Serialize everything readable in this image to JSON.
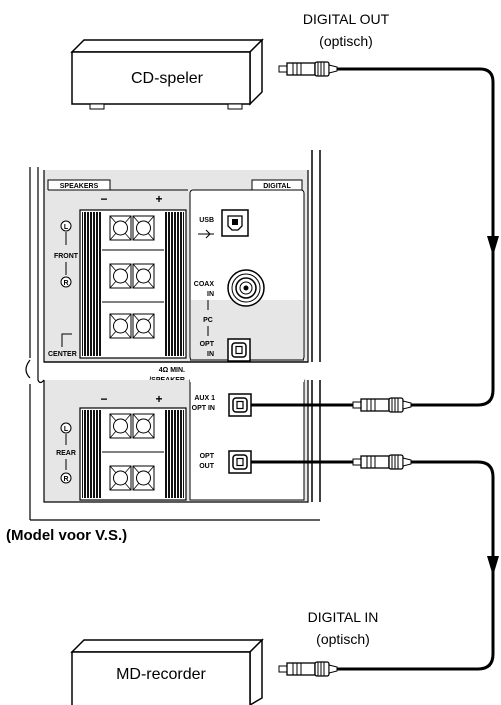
{
  "cd_player": {
    "label": "CD-speler",
    "port_label": "DIGITAL OUT",
    "port_sub": "(optisch)"
  },
  "md_recorder": {
    "label": "MD-recorder",
    "port_label": "DIGITAL IN",
    "port_sub": "(optisch)"
  },
  "panel": {
    "speakers_tab": "SPEAKERS",
    "digital_tab": "DIGITAL",
    "minus": "−",
    "plus": "+",
    "left_mark": "L",
    "right_mark": "R",
    "front": "FRONT",
    "rear": "REAR",
    "center": "CENTER",
    "impedance_1": "4Ω MIN.",
    "impedance_2": "/SPEAKER",
    "usb": "USB",
    "coax_1": "COAX",
    "coax_2": "IN",
    "pc": "PC",
    "opt_in_1": "OPT",
    "opt_in_2": "IN",
    "aux_1": "AUX 1",
    "aux_2": "OPT IN",
    "opt_out_1": "OPT",
    "opt_out_2": "OUT"
  },
  "model_note": "(Model voor V.S.)",
  "colors": {
    "line": "#000000",
    "panel_bg": "#e6e6e6",
    "terminal": "#555555"
  }
}
